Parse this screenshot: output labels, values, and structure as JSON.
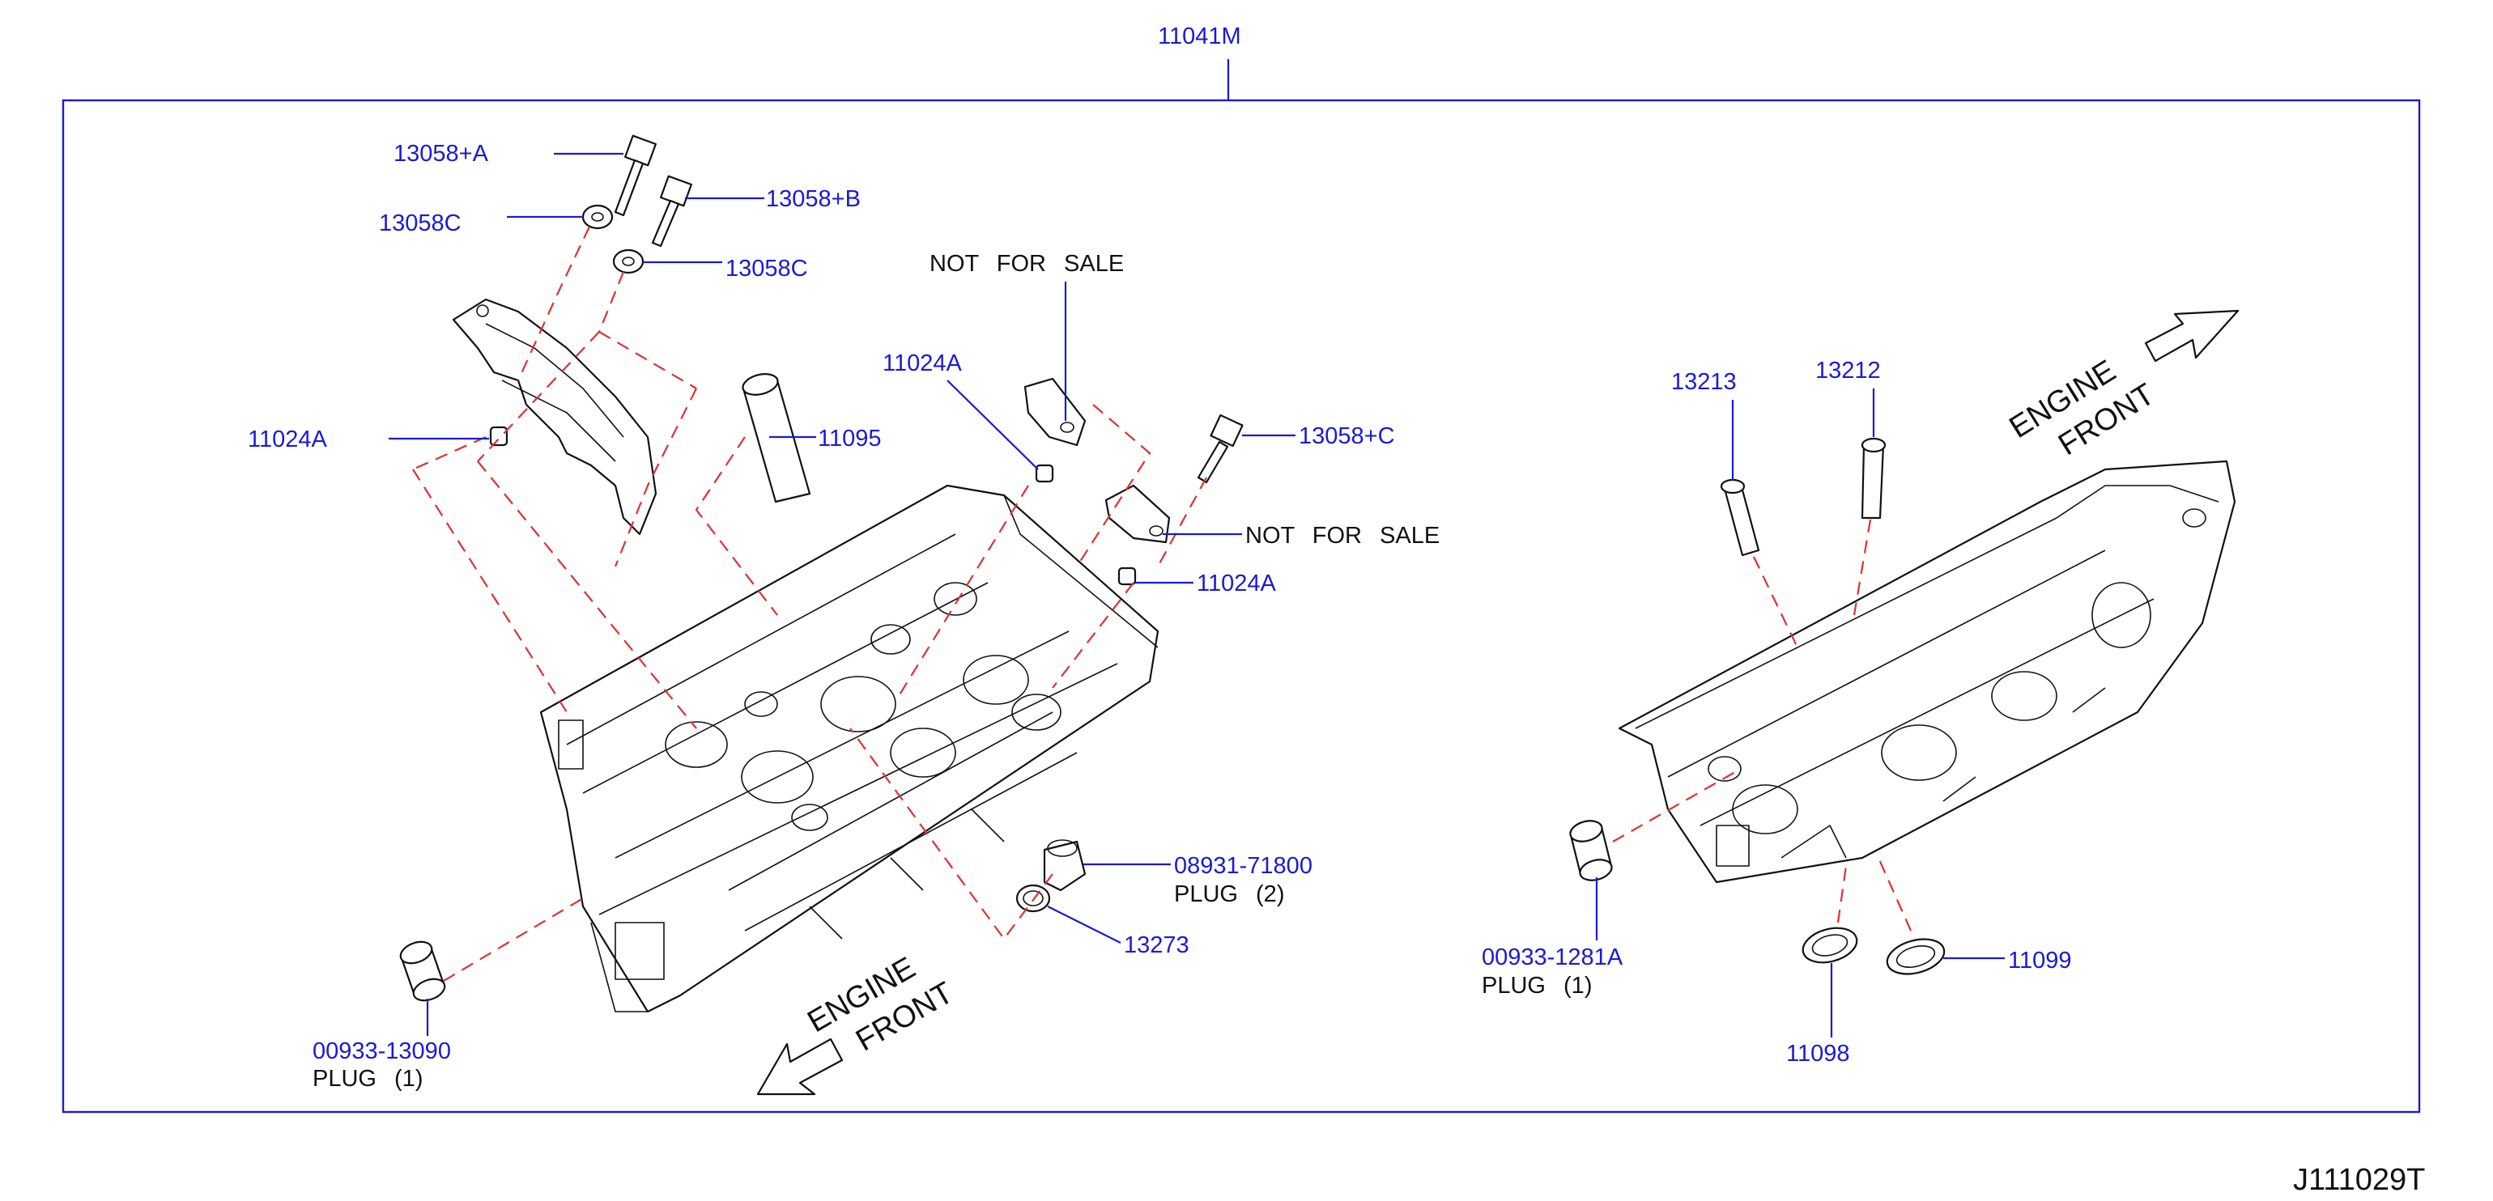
{
  "header": {
    "assembly_ref": "11041M"
  },
  "footer": {
    "diagram_code": "J111029T"
  },
  "left_view": {
    "direction_label": {
      "line1": "ENGINE",
      "line2": "FRONT"
    },
    "parts": {
      "bolt_a": "13058+A",
      "washer_upper": "13058C",
      "bolt_b": "13058+B",
      "washer_lower": "13058C",
      "dowel_left": "11024A",
      "tube": "11095",
      "dowel_mid": "11024A",
      "bolt_c": "13058+C",
      "dowel_right": "11024A",
      "plug_hex": "08931-71800",
      "gasket_ring": "13273",
      "plug_cup": "00933-13090"
    },
    "notes": {
      "not_for_sale_upper": "NOT FOR SALE",
      "not_for_sale_lower": "NOT FOR SALE",
      "plug_hex_qty": "PLUG (2)",
      "plug_cup_qty": "PLUG (1)"
    }
  },
  "right_view": {
    "direction_label": {
      "line1": "ENGINE",
      "line2": "FRONT"
    },
    "parts": {
      "guide_exhaust": "13213",
      "guide_intake": "13212",
      "plug_cup": "00933-1281A",
      "seal_left": "11098",
      "seal_right": "11099"
    },
    "notes": {
      "plug_cup_qty": "PLUG (1)"
    }
  },
  "colors": {
    "label_blue": "#1a1ad6",
    "dash_red": "#e03030",
    "ink": "#111111"
  }
}
